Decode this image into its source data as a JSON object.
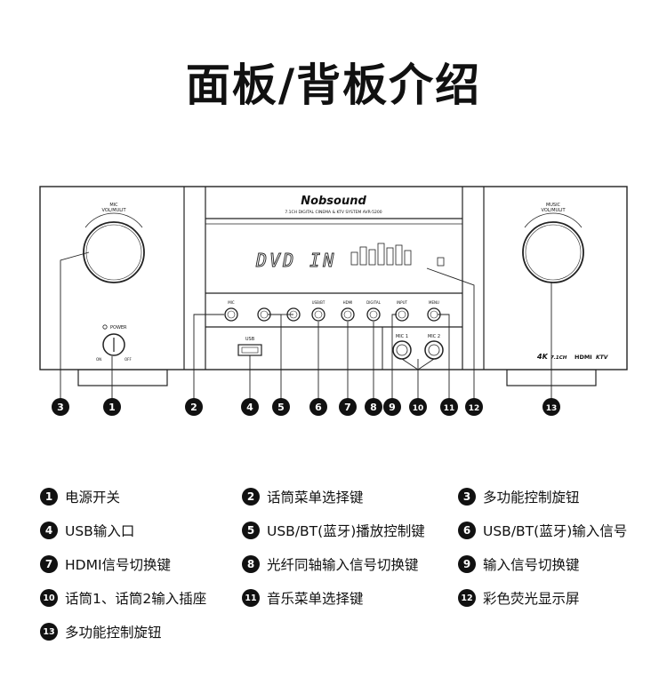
{
  "title": "面板/背板介绍",
  "device": {
    "brand": "Nobsound",
    "subtitle": "7.1CH DIGITAL CINEMA & KTV SYSTEM  AVR-5200",
    "left_knob_label": "MIC\nVOL/MULIT",
    "right_knob_label": "MUSIC\nVOL/MULIT",
    "power_label": "POWER",
    "power_on": "ON",
    "power_off": "OFF",
    "usb_label": "USB",
    "display_text": "DVD IN",
    "buttons": [
      "MIC",
      "",
      "",
      "USB/BT",
      "HDMI",
      "DIGITAL",
      "INPUT",
      "MENU"
    ],
    "mic1": "MIC 1",
    "mic2": "MIC 2",
    "badges": [
      "4K",
      "7.1CH",
      "HDMI",
      "KTV"
    ]
  },
  "callouts": [
    "1",
    "2",
    "3",
    "4",
    "5",
    "6",
    "7",
    "8",
    "9",
    "10",
    "11",
    "12",
    "13"
  ],
  "legend": [
    {
      "num": "1",
      "text": "电源开关"
    },
    {
      "num": "2",
      "text": "话筒菜单选择键"
    },
    {
      "num": "3",
      "text": "多功能控制旋钮"
    },
    {
      "num": "4",
      "text": "USB输入口"
    },
    {
      "num": "5",
      "text": "USB/BT(蓝牙)播放控制键"
    },
    {
      "num": "6",
      "text": "USB/BT(蓝牙)输入信号"
    },
    {
      "num": "7",
      "text": "HDMI信号切换键"
    },
    {
      "num": "8",
      "text": "光纤同轴输入信号切换键"
    },
    {
      "num": "9",
      "text": "输入信号切换键"
    },
    {
      "num": "10",
      "text": "话筒1、话筒2输入插座"
    },
    {
      "num": "11",
      "text": "音乐菜单选择键"
    },
    {
      "num": "12",
      "text": "彩色荧光显示屏"
    },
    {
      "num": "13",
      "text": "多功能控制旋钮"
    }
  ]
}
